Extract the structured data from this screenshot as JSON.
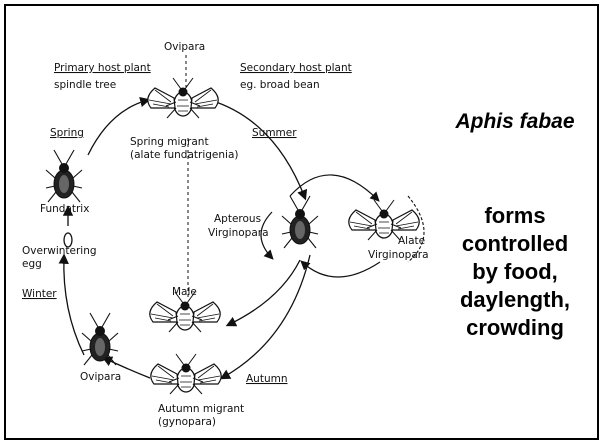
{
  "labels": {
    "ovipara_top": "Ovipara",
    "primary_host": "Primary host plant",
    "spindle_tree": "spindle tree",
    "secondary_host": "Secondary host plant",
    "broad_bean": "eg. broad bean",
    "spring": "Spring",
    "summer": "Summer",
    "winter": "Winter",
    "autumn": "Autumn",
    "spring_migrant_1": "Spring migrant",
    "spring_migrant_2": "(alate fundatrigenia)",
    "fundatrix": "Fundatrix",
    "overwintering_1": "Overwintering",
    "overwintering_2": "egg",
    "apterous_1": "Apterous",
    "apterous_2": "Virginopara",
    "alate_1": "Alate",
    "alate_2": "Virginopara",
    "male": "Male",
    "ovipara_bottom": "Ovipara",
    "autumn_migrant_1": "Autumn migrant",
    "autumn_migrant_2": "(gynopara)"
  },
  "side": {
    "species": "Aphis fabae",
    "lines": [
      "forms",
      "controlled",
      "by food,",
      "daylength,",
      "crowding"
    ]
  }
}
